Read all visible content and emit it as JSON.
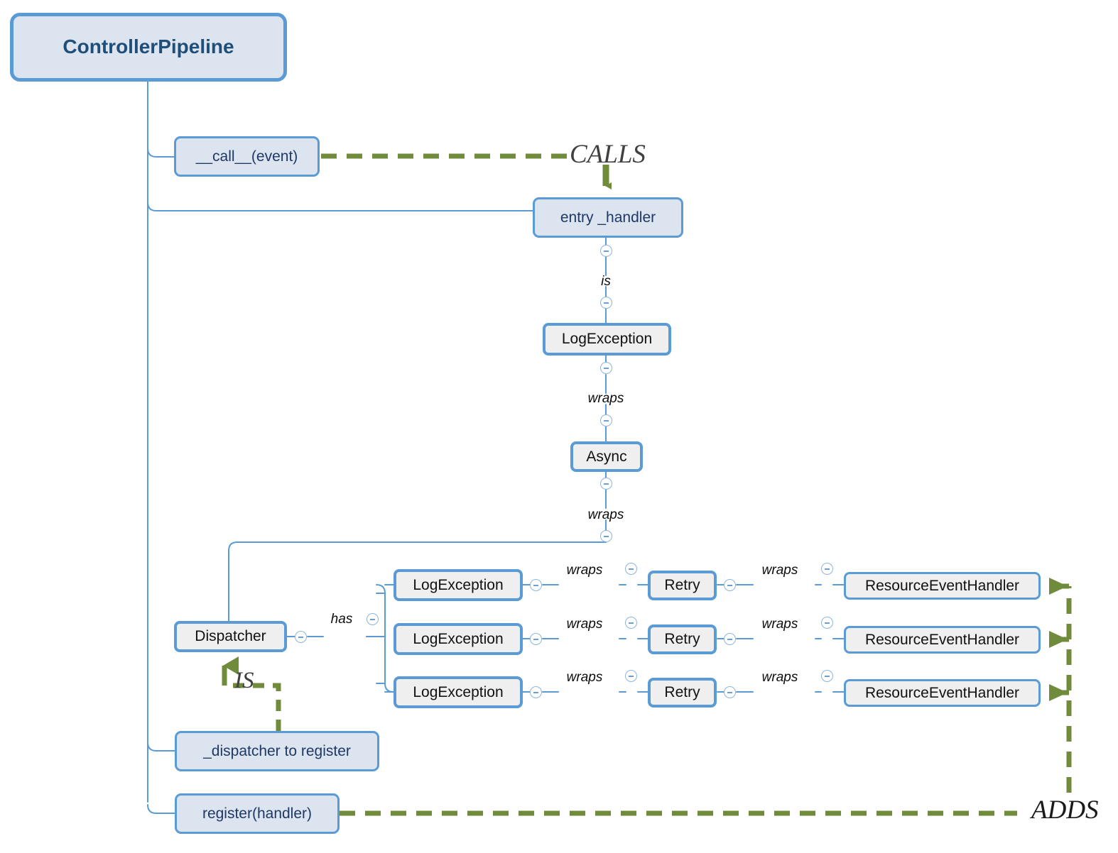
{
  "diagram": {
    "title": "ControllerPipeline",
    "type": "mind-map",
    "colors": {
      "node_border": "#5b9bd5",
      "node_fill_blue": "#dce4f0",
      "node_fill_gray": "#efefef",
      "root_text": "#1f4e79",
      "relation_green": "#6f8b3b",
      "wire_blue": "#5b9bd5"
    }
  },
  "root": {
    "label": "ControllerPipeline"
  },
  "members": [
    {
      "label": "__call__(event)"
    },
    {
      "label": "entry _handler"
    },
    {
      "label": "_dispatcher to register"
    },
    {
      "label": "register(handler)"
    }
  ],
  "chain": {
    "entry_handler": "entry _handler",
    "rel_is": "is",
    "log_exception": "LogException",
    "rel_wraps_1": "wraps",
    "async": "Async",
    "rel_wraps_2": "wraps"
  },
  "dispatcher": {
    "label": "Dispatcher",
    "rel_has": "has"
  },
  "handlers": [
    {
      "log_exception": "LogException",
      "rel_wraps_left": "wraps",
      "retry": "Retry",
      "rel_wraps_right": "wraps",
      "resource_event_handler": "ResourceEventHandler"
    },
    {
      "log_exception": "LogException",
      "rel_wraps_left": "wraps",
      "retry": "Retry",
      "rel_wraps_right": "wraps",
      "resource_event_handler": "ResourceEventHandler"
    },
    {
      "log_exception": "LogException",
      "rel_wraps_left": "wraps",
      "retry": "Retry",
      "rel_wraps_right": "wraps",
      "resource_event_handler": "ResourceEventHandler"
    }
  ],
  "relations": {
    "calls": "CALLS",
    "is": "IS",
    "adds": "ADDS"
  }
}
